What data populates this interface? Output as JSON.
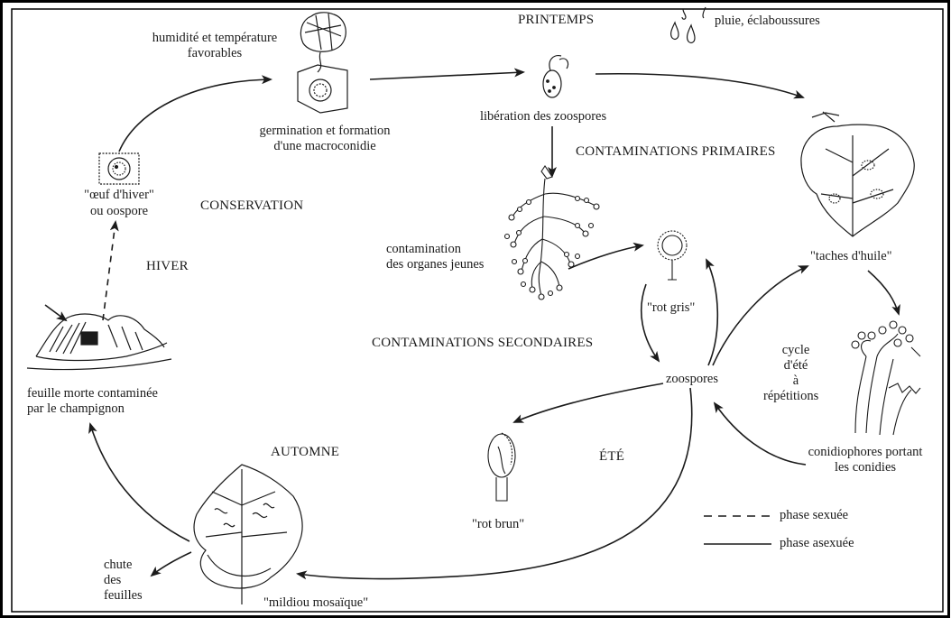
{
  "labels": {
    "printemps": "PRINTEMPS",
    "pluie": "pluie, éclaboussures",
    "humidite": "humidité et température",
    "favorables": "favorables",
    "germination_1": "germination et formation",
    "germination_2": "d'une macroconidie",
    "liberation": "libération des zoospores",
    "contaminations_primaires": "CONTAMINATIONS PRIMAIRES",
    "oeuf_1": "\"œuf d'hiver\"",
    "oeuf_2": "ou oospore",
    "conservation": "CONSERVATION",
    "hiver": "HIVER",
    "contamination_1": "contamination",
    "contamination_2": "des organes jeunes",
    "taches": "\"taches d'huile\"",
    "rot_gris": "\"rot gris\"",
    "contaminations_secondaires": "CONTAMINATIONS SECONDAIRES",
    "cycle_1": "cycle",
    "cycle_2": "d'été",
    "cycle_3": "à",
    "cycle_4": "répétitions",
    "zoospores": "zoospores",
    "feuille_1": "feuille morte contaminée",
    "feuille_2": "par le champignon",
    "automne": "AUTOMNE",
    "ete": "ÉTÉ",
    "conidiophores_1": "conidiophores portant",
    "conidiophores_2": "les conidies",
    "rot_brun": "\"rot brun\"",
    "chute_1": "chute",
    "chute_2": "des",
    "chute_3": "feuilles",
    "mildiou": "\"mildiou mosaïque\""
  },
  "legend": {
    "sexual": "phase sexuée",
    "asexual": "phase asexuée"
  },
  "colors": {
    "ink": "#1b1b1b",
    "background": "#ffffff",
    "frame": "#000000"
  }
}
